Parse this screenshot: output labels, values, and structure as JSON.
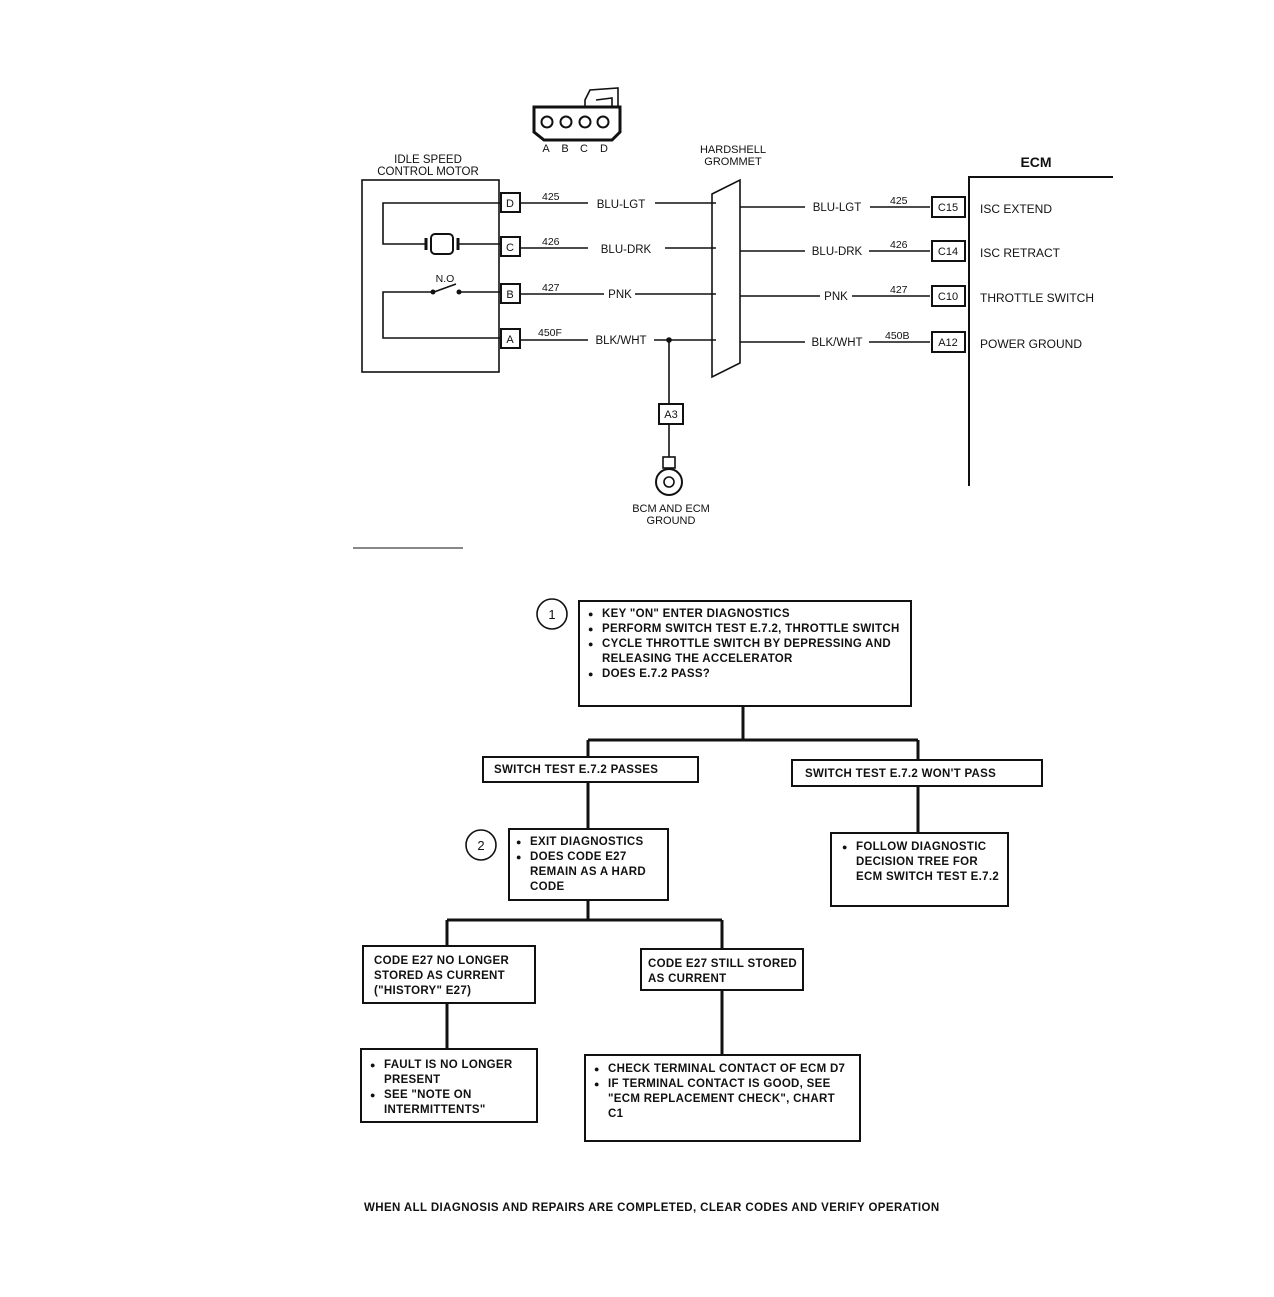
{
  "connector": {
    "pins": [
      "A",
      "B",
      "C",
      "D"
    ]
  },
  "isc_motor": {
    "title_line1": "IDLE SPEED",
    "title_line2": "CONTROL MOTOR",
    "switch_label": "N.O"
  },
  "grommet": {
    "line1": "HARDSHELL",
    "line2": "GROMMET"
  },
  "ecm": {
    "title": "ECM"
  },
  "wires": [
    {
      "motor_pin": "D",
      "left_circuit": "425",
      "left_color": "BLU-LGT",
      "right_color": "BLU-LGT",
      "right_circuit": "425",
      "ecm_pin": "C15",
      "ecm_function": "ISC EXTEND"
    },
    {
      "motor_pin": "C",
      "left_circuit": "426",
      "left_color": "BLU-DRK",
      "right_color": "BLU-DRK",
      "right_circuit": "426",
      "ecm_pin": "C14",
      "ecm_function": "ISC RETRACT"
    },
    {
      "motor_pin": "B",
      "left_circuit": "427",
      "left_color": "PNK",
      "right_color": "PNK",
      "right_circuit": "427",
      "ecm_pin": "C10",
      "ecm_function": "THROTTLE SWITCH"
    },
    {
      "motor_pin": "A",
      "left_circuit": "450F",
      "left_color": "BLK/WHT",
      "right_color": "BLK/WHT",
      "right_circuit": "450B",
      "ecm_pin": "A12",
      "ecm_function": "POWER GROUND"
    }
  ],
  "ground": {
    "splice": "A3",
    "label_line1": "BCM AND ECM",
    "label_line2": "GROUND"
  },
  "flowchart": {
    "step1_number": "1",
    "step1_items": [
      "KEY \"ON\" ENTER DIAGNOSTICS",
      "PERFORM SWITCH TEST E.7.2, THROTTLE SWITCH",
      "CYCLE THROTTLE SWITCH BY DEPRESSING AND RELEASING THE ACCELERATOR",
      "DOES E.7.2 PASS?"
    ],
    "pass_label": "SWITCH TEST E.7.2 PASSES",
    "fail_label": "SWITCH TEST E.7.2 WON'T PASS",
    "step2_number": "2",
    "step2_items": [
      "EXIT DIAGNOSTICS",
      "DOES CODE E27 REMAIN AS A HARD CODE"
    ],
    "fail_action": "FOLLOW DIAGNOSTIC DECISION TREE FOR ECM SWITCH TEST E.7.2",
    "no_longer_label": "CODE E27 NO LONGER STORED AS CURRENT (\"HISTORY\" E27)",
    "still_label": "CODE E27 STILL STORED AS CURRENT",
    "no_longer_action": [
      "FAULT IS NO LONGER PRESENT",
      "SEE \"NOTE ON INTERMITTENTS\""
    ],
    "still_action": [
      "CHECK TERMINAL CONTACT OF ECM D7",
      "IF TERMINAL CONTACT IS GOOD, SEE \"ECM REPLACEMENT CHECK\", CHART C1"
    ]
  },
  "footer": "WHEN ALL DIAGNOSIS AND REPAIRS ARE COMPLETED, CLEAR CODES AND VERIFY OPERATION"
}
